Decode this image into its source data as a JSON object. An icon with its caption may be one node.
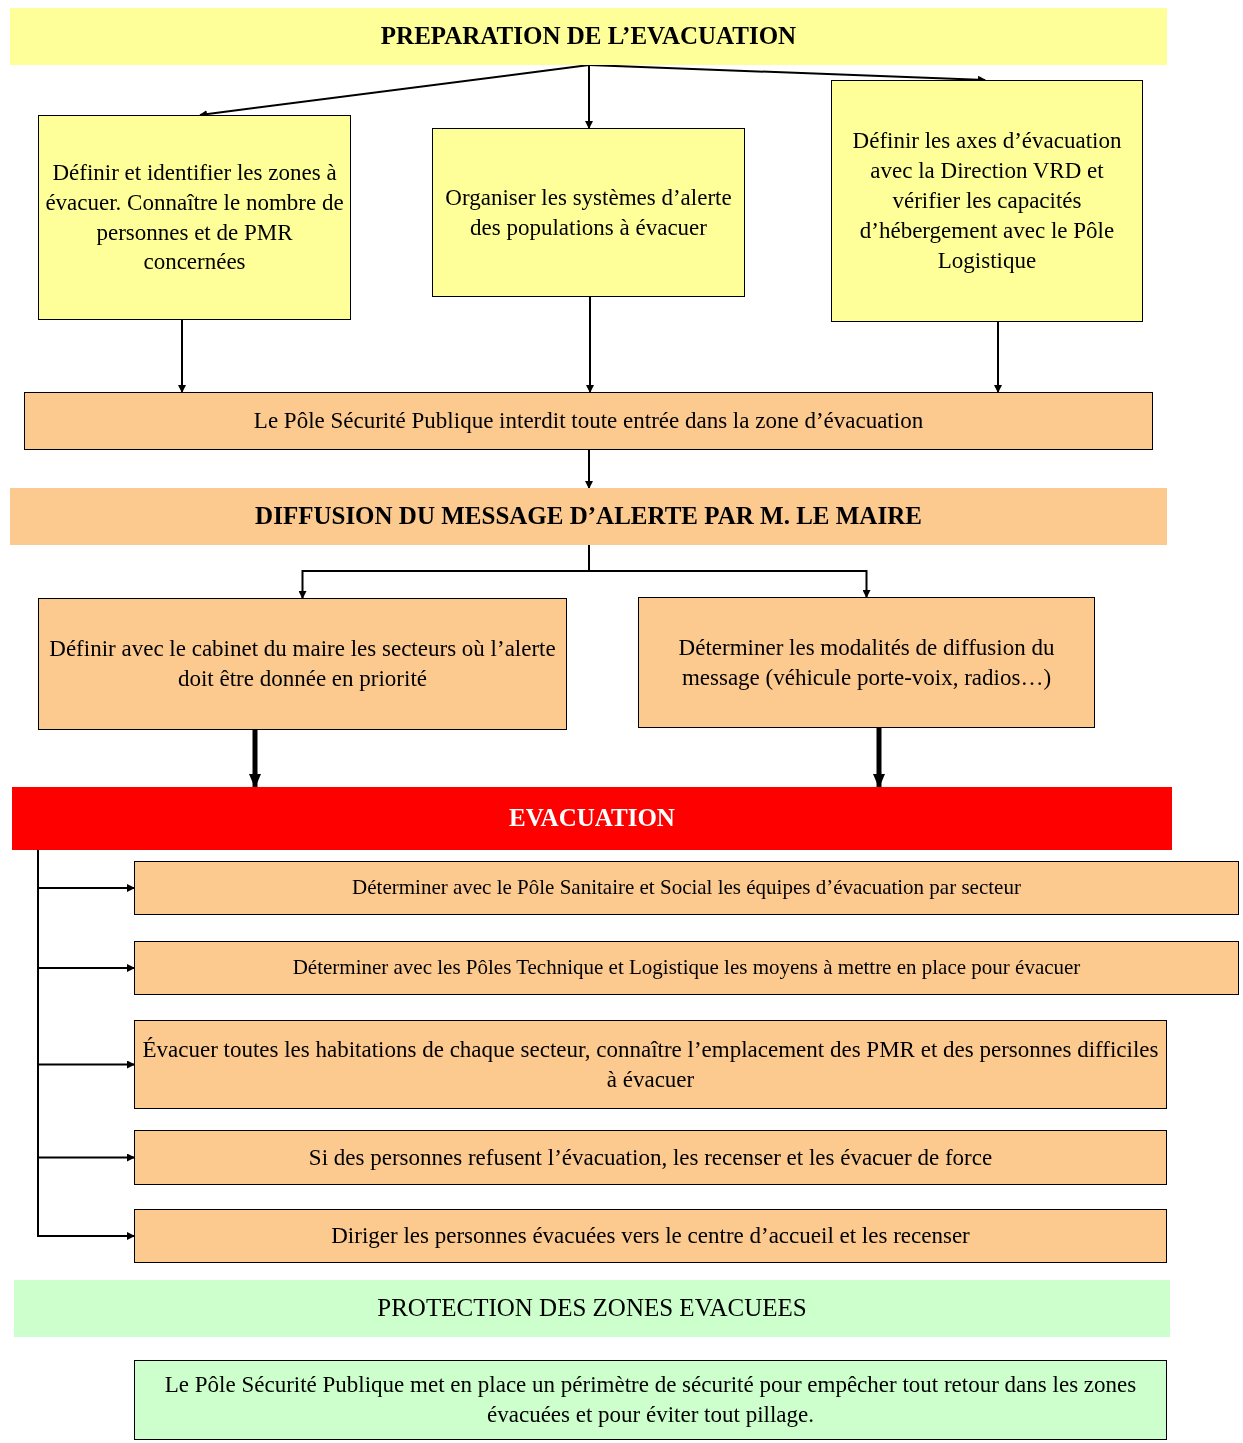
{
  "diagram": {
    "nodes": [
      {
        "text": [
          "PREPARATION DE L’EVACUATION"
        ]
      },
      {
        "text": [
          "Définir et identifier les zones à évacuer. Connaître le nombre de personnes et de PMR concernées"
        ]
      },
      {
        "text": [
          "Organiser les systèmes d’alerte des populations à évacuer"
        ]
      },
      {
        "text": [
          "Définir les axes d’évacuation avec la Direction VRD et vérifier les capacités d’hébergement avec le Pôle Logistique"
        ]
      },
      {
        "text": [
          "Le Pôle Sécurité Publique interdit toute entrée dans la zone d’évacuation"
        ]
      },
      {
        "text": [
          "DIFFUSION DU MESSAGE D’ALERTE PAR M. LE MAIRE"
        ]
      },
      {
        "text": [
          "Définir avec le cabinet du maire les secteurs où l’alerte doit être donnée en priorité"
        ]
      },
      {
        "text": [
          "Déterminer les modalités de diffusion du message (véhicule porte-voix, radios…)"
        ]
      },
      {
        "text": [
          "EVACUATION"
        ]
      },
      {
        "text": [
          "Déterminer avec le Pôle Sanitaire et Social les équipes d’évacuation par secteur"
        ]
      },
      {
        "text": [
          "Déterminer avec les Pôles Technique et Logistique les moyens à mettre en place pour évacuer"
        ]
      },
      {
        "text": [
          "Évacuer toutes les habitations de chaque secteur, connaître l’emplacement des PMR et des personnes difficiles à évacuer"
        ]
      },
      {
        "text": [
          "Si des personnes refusent l’évacuation, les recenser et les évacuer de force"
        ]
      },
      {
        "text": [
          "Diriger les personnes évacuées vers le centre d’accueil et les recenser"
        ]
      },
      {
        "text": [
          "PROTECTION DES ZONES EVACUEES"
        ]
      },
      {
        "text": [
          "Le Pôle Sécurité Publique met en place un périmètre de sécurité pour empêcher tout retour dans les zones évacuées et pour éviter tout pillage."
        ]
      }
    ],
    "edges": [
      {
        "from": 0,
        "to": 1,
        "arrow": "to"
      },
      {
        "from": 0,
        "to": 2,
        "arrow": "to"
      },
      {
        "from": 0,
        "to": 3,
        "arrow": "to"
      },
      {
        "from": 1,
        "to": 4,
        "arrow": "to"
      },
      {
        "from": 2,
        "to": 4,
        "arrow": "to"
      },
      {
        "from": 3,
        "to": 4,
        "arrow": "to"
      },
      {
        "from": 4,
        "to": 5,
        "arrow": "to"
      },
      {
        "from": 5,
        "to": 6,
        "arrow": "to"
      },
      {
        "from": 5,
        "to": 7,
        "arrow": "to"
      },
      {
        "from": 6,
        "to": 8,
        "arrow": "to",
        "style": "thick"
      },
      {
        "from": 7,
        "to": 8,
        "arrow": "to",
        "style": "thick"
      },
      {
        "from": 8,
        "to": 9,
        "arrow": "to"
      },
      {
        "from": 8,
        "to": 10,
        "arrow": "to"
      },
      {
        "from": 8,
        "to": 11,
        "arrow": "to"
      },
      {
        "from": 8,
        "to": 12,
        "arrow": "to"
      },
      {
        "from": 8,
        "to": 13,
        "arrow": "to"
      }
    ]
  }
}
